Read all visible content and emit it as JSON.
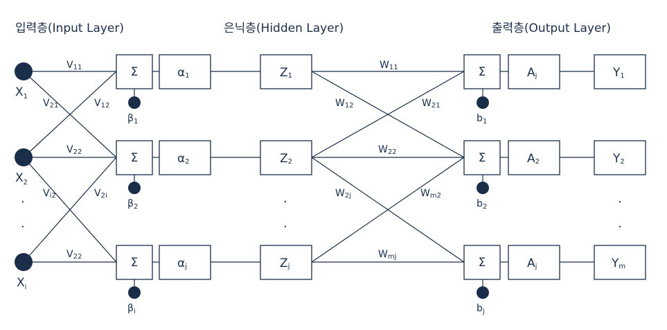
{
  "headers": {
    "input": "입력층(Input Layer)",
    "hidden": "은닉층(Hidden Layer)",
    "output": "출력층(Output Layer)"
  },
  "input_nodes": [
    {
      "base": "X",
      "sub": "1"
    },
    {
      "base": "X",
      "sub": "2"
    },
    {
      "base": "X",
      "sub": "i"
    }
  ],
  "sum_symbol": "Σ",
  "hidden_bias": [
    {
      "base": "β",
      "sub": "1"
    },
    {
      "base": "β",
      "sub": "2"
    },
    {
      "base": "β",
      "sub": "i"
    }
  ],
  "activations": [
    {
      "base": "α",
      "sub": "1"
    },
    {
      "base": "α",
      "sub": "2"
    },
    {
      "base": "α",
      "sub": "j"
    }
  ],
  "hidden_outputs": [
    {
      "base": "Z",
      "sub": "1"
    },
    {
      "base": "Z",
      "sub": "2"
    },
    {
      "base": "Z",
      "sub": "j"
    }
  ],
  "output_bias": [
    {
      "base": "b",
      "sub": "1"
    },
    {
      "base": "b",
      "sub": "2"
    },
    {
      "base": "b",
      "sub": "j"
    }
  ],
  "output_activations": [
    {
      "base": "A",
      "sub": "j"
    },
    {
      "base": "A",
      "sub": "2"
    },
    {
      "base": "A",
      "sub": "j"
    }
  ],
  "outputs": [
    {
      "base": "Y",
      "sub": "1"
    },
    {
      "base": "Y",
      "sub": "2"
    },
    {
      "base": "Y",
      "sub": "m"
    }
  ],
  "v_weights": {
    "v11": {
      "base": "V",
      "sub": "11"
    },
    "v21": {
      "base": "V",
      "sub": "21"
    },
    "v12": {
      "base": "V",
      "sub": "12"
    },
    "v22a": {
      "base": "V",
      "sub": "22"
    },
    "vi2": {
      "base": "V",
      "sub": "i2"
    },
    "v2i": {
      "base": "V",
      "sub": "2i"
    },
    "v22b": {
      "base": "V",
      "sub": "22"
    }
  },
  "w_weights": {
    "w11": {
      "base": "W",
      "sub": "11"
    },
    "w12": {
      "base": "W",
      "sub": "12"
    },
    "w21": {
      "base": "W",
      "sub": "21"
    },
    "w22": {
      "base": "W",
      "sub": "22"
    },
    "w2j": {
      "base": "W",
      "sub": "2j"
    },
    "wm2": {
      "base": "W",
      "sub": "m2"
    },
    "wmj": {
      "base": "W",
      "sub": "mj"
    }
  },
  "ellipsis": "."
}
